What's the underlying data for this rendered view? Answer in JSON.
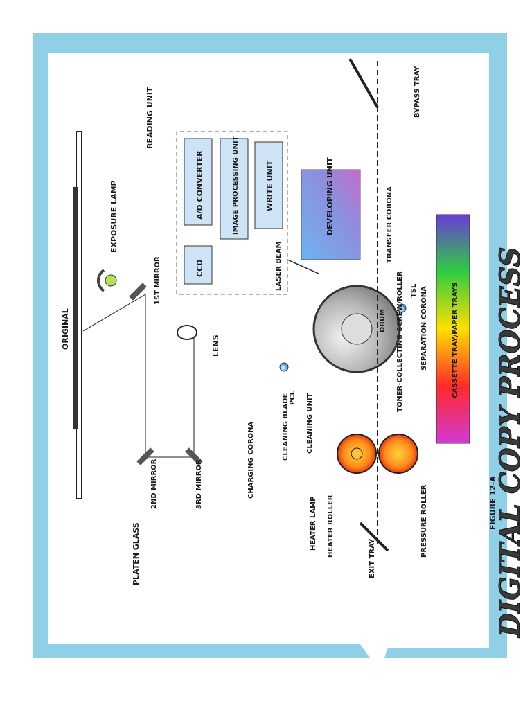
{
  "title": "DIGITAL COPY PROCESS",
  "figure_label": "FIGURE 12-A",
  "labels": {
    "original": "ORIGINAL",
    "exposure_lamp": "EXPOSURE LAMP",
    "first_mirror": "1ST MIRROR",
    "second_mirror": "2ND MIRROR",
    "third_mirror": "3RD MIRROR",
    "platen_glass": "PLATEN GLASS",
    "lens": "LENS",
    "ccd": "CCD",
    "ad_converter": "A/D CONVERTER",
    "image_processing": "IMAGE PROCESSING UNIT",
    "write_unit": "WRITE UNIT",
    "reading_unit": "READING UNIT",
    "laser_beam": "LASER BEAM",
    "developing_unit": "DEVELOPING UNIT",
    "drum": "DRUM",
    "pcl": "PCL",
    "tsl": "TSL",
    "transfer_corona": "TRANSFER CORONA",
    "separation_corona": "SEPARATION CORONA",
    "charging_corona": "CHARGING CORONA",
    "cleaning_blade": "CLEANING BLADE",
    "cleaning_unit": "CLEANING UNIT",
    "toner_collecting": "TONER-COLLECTING-SCREW/ROLLER",
    "heater_lamp": "HEATER LAMP",
    "heater_roller": "HEATER ROLLER",
    "pressure_roller": "PRESSURE ROLLER",
    "exit_tray": "EXIT TRAY",
    "bypass_tray": "BYPASS TRAY",
    "cassette_tray": "CASSETTE TRAY/PAPER TRAYS"
  },
  "colors": {
    "frame": "#8fd0e6",
    "box_fill": "#cfe3f6",
    "box_shadow": "#9a9a9a"
  }
}
